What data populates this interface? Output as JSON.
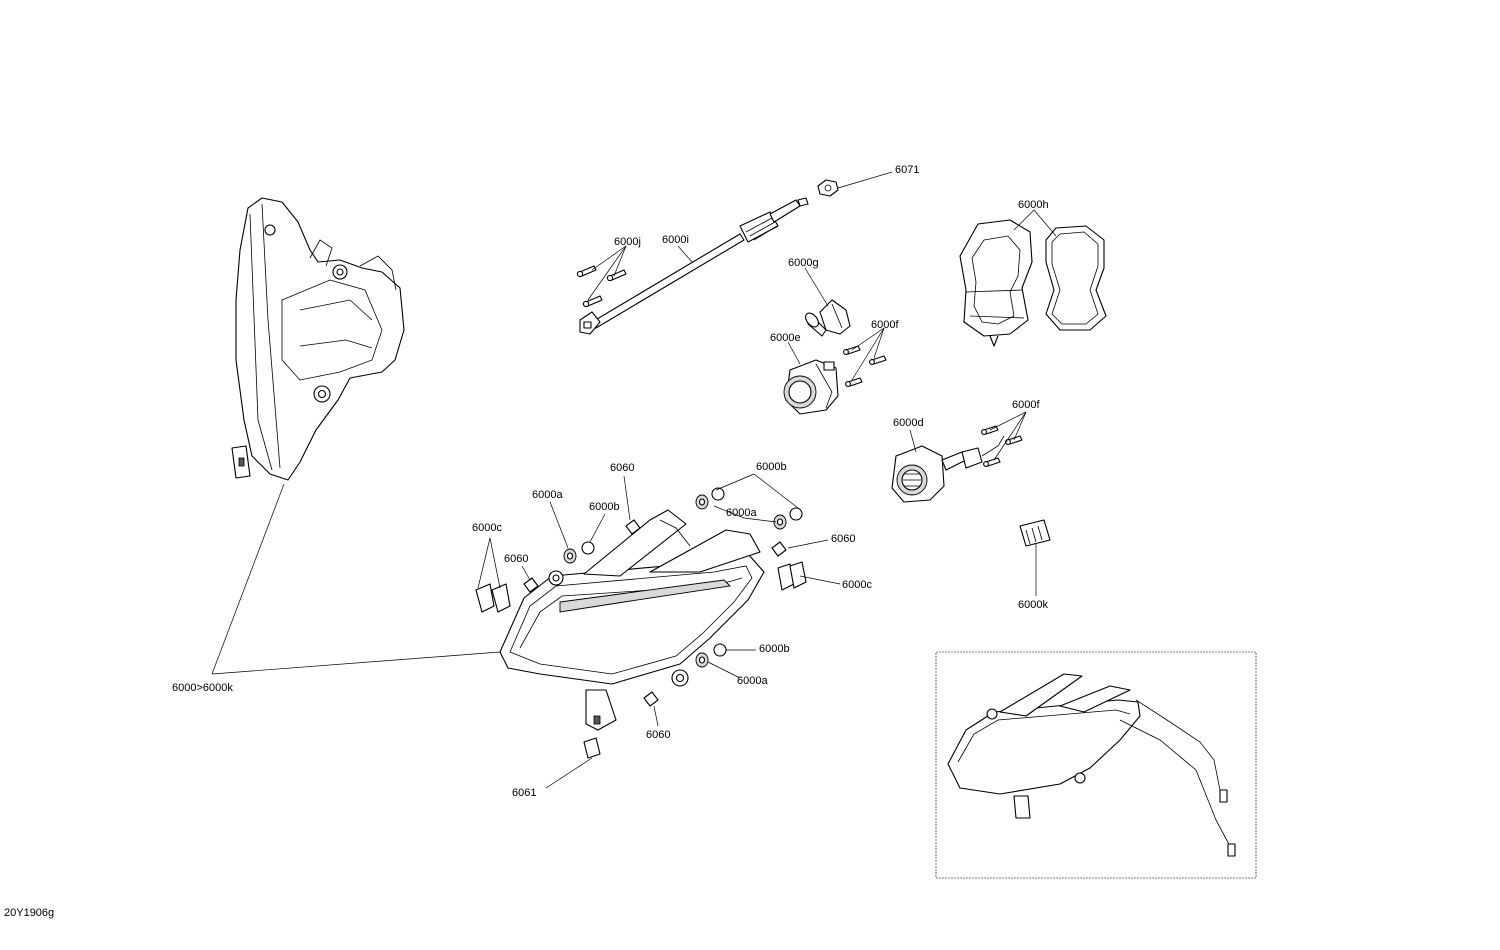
{
  "diagram_code": "20Y1906g",
  "labels": {
    "l6071": "6071",
    "l6000j": "6000j",
    "l6000i": "6000i",
    "l6000h": "6000h",
    "l6000g": "6000g",
    "l6000f_a": "6000f",
    "l6000e": "6000e",
    "l6000d": "6000d",
    "l6000f_b": "6000f",
    "l6060_a": "6060",
    "l6000b_a": "6000b",
    "l6000a_a": "6000a",
    "l6000b_b": "6000b",
    "l6000a_b": "6000a",
    "l6000c_a": "6000c",
    "l6060_b": "6060",
    "l6060_c": "6060",
    "l6000c_b": "6000c",
    "l6000k": "6000k",
    "l6000b_c": "6000b",
    "l6000a_c": "6000a",
    "l6000_range": "6000>6000k",
    "l6060_d": "6060",
    "l6061": "6061"
  }
}
